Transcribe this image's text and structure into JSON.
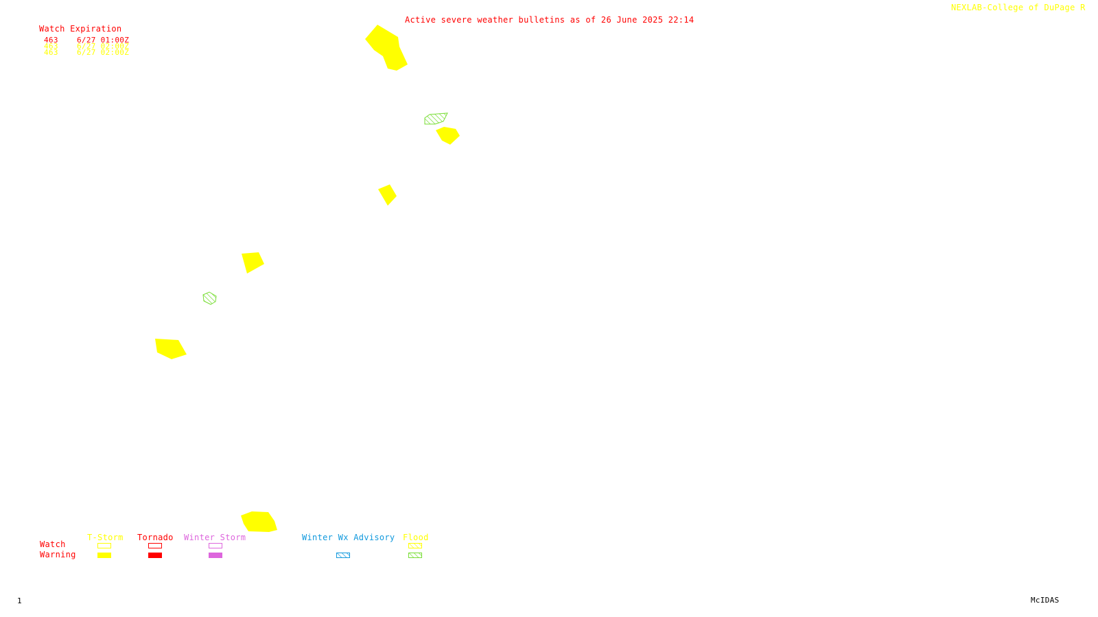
{
  "header": {
    "title": "Active severe weather bulletins as of 26 June 2025 22:14",
    "credit": "NEXLAB-College of DuPage R"
  },
  "watch_table": {
    "heading": "Watch Expiration",
    "rows": [
      {
        "id": "463",
        "expires": "6/27 01:00Z",
        "color": "#ff0000"
      },
      {
        "id": "463",
        "expires": "6/27 02:00Z",
        "color": "#ffff00"
      },
      {
        "id": "463",
        "expires": "6/27 02:00Z",
        "color": "#ffff00"
      }
    ]
  },
  "legend": {
    "row_labels": {
      "watch": "Watch",
      "warning": "Warning"
    },
    "categories": [
      {
        "key": "tstorm",
        "label": "T-Storm",
        "color": "#ffff00"
      },
      {
        "key": "tornado",
        "label": "Tornado",
        "color": "#ff0000"
      },
      {
        "key": "winter_storm",
        "label": "Winter Storm",
        "color": "#dd66dd"
      },
      {
        "key": "winter_wx",
        "label": "Winter Wx Advisory",
        "color": "#1199dd"
      },
      {
        "key": "flood",
        "label": "Flood",
        "color": "#77dd33"
      }
    ]
  },
  "footer": {
    "frame_number": "1",
    "software": "McIDAS"
  },
  "colors": {
    "thunderstorm_warning": "#ffff00",
    "flood_warning": "#77dd33",
    "tornado": "#ff0000",
    "title_text": "#ff0000"
  }
}
